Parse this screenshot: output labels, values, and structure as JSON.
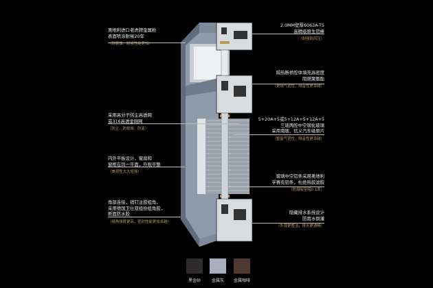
{
  "left_annotations": [
    {
      "lines": [
        "奥地利进口老虎牌金属粉",
        "表面喷涂耐候20年"
      ],
      "sub": "（耐腐蚀、耐候性能更加）"
    },
    {
      "lines": [
        "采用高分子防尘高透网",
        "或316高透金刚网"
      ],
      "sub": "（防尘、防蚊虫、防盗）"
    },
    {
      "lines": [
        "内外平板设计，窗扇和",
        "窗框在同一平面，外观平整"
      ],
      "sub": "（美观性大大增强）"
    },
    {
      "lines": [
        "角部连接，销钉注胶组角，",
        "采用德国卫仕双组份组角胶，",
        "断面防水胶"
      ],
      "sub": "（组角强度更高，密封性能更加卓越）"
    }
  ],
  "right_annotations": [
    {
      "lines": [
        "2.0MM壁厚6063A-T5",
        "高精级原生铝棒"
      ],
      "sub": "（耐强钢风压）"
    },
    {
      "lines": [
        "隔热断桥腔体填充高密度",
        "阻燃聚氨酯"
      ],
      "sub": "（更隔气密性、隔音性更卓越）"
    },
    {
      "lines": [
        "5+20A+5或5+12A+5+12A+5",
        "三玻两腔中空钢化玻璃",
        "采用南玻、信义汽车级原片"
      ],
      "sub": "（整窗气密性，隔音性更卓越）"
    },
    {
      "lines": [
        "玻璃中空铝条采用奥地利",
        "孚赛克铝条，杜绝热胶滤胶"
      ],
      "sub": "（防爆裂至暗0.1率）"
    },
    {
      "lines": [
        "隐藏排水系统设计",
        "防雨水倒灌"
      ],
      "sub": "（外观更整洁，排水更通畅）"
    }
  ],
  "swatches": [
    {
      "label": "黑金砂",
      "color": "#2e2b2a"
    },
    {
      "label": "金属灰",
      "color": "#a9b0bd"
    },
    {
      "label": "金属咖啡",
      "color": "#4d3b2f"
    }
  ]
}
